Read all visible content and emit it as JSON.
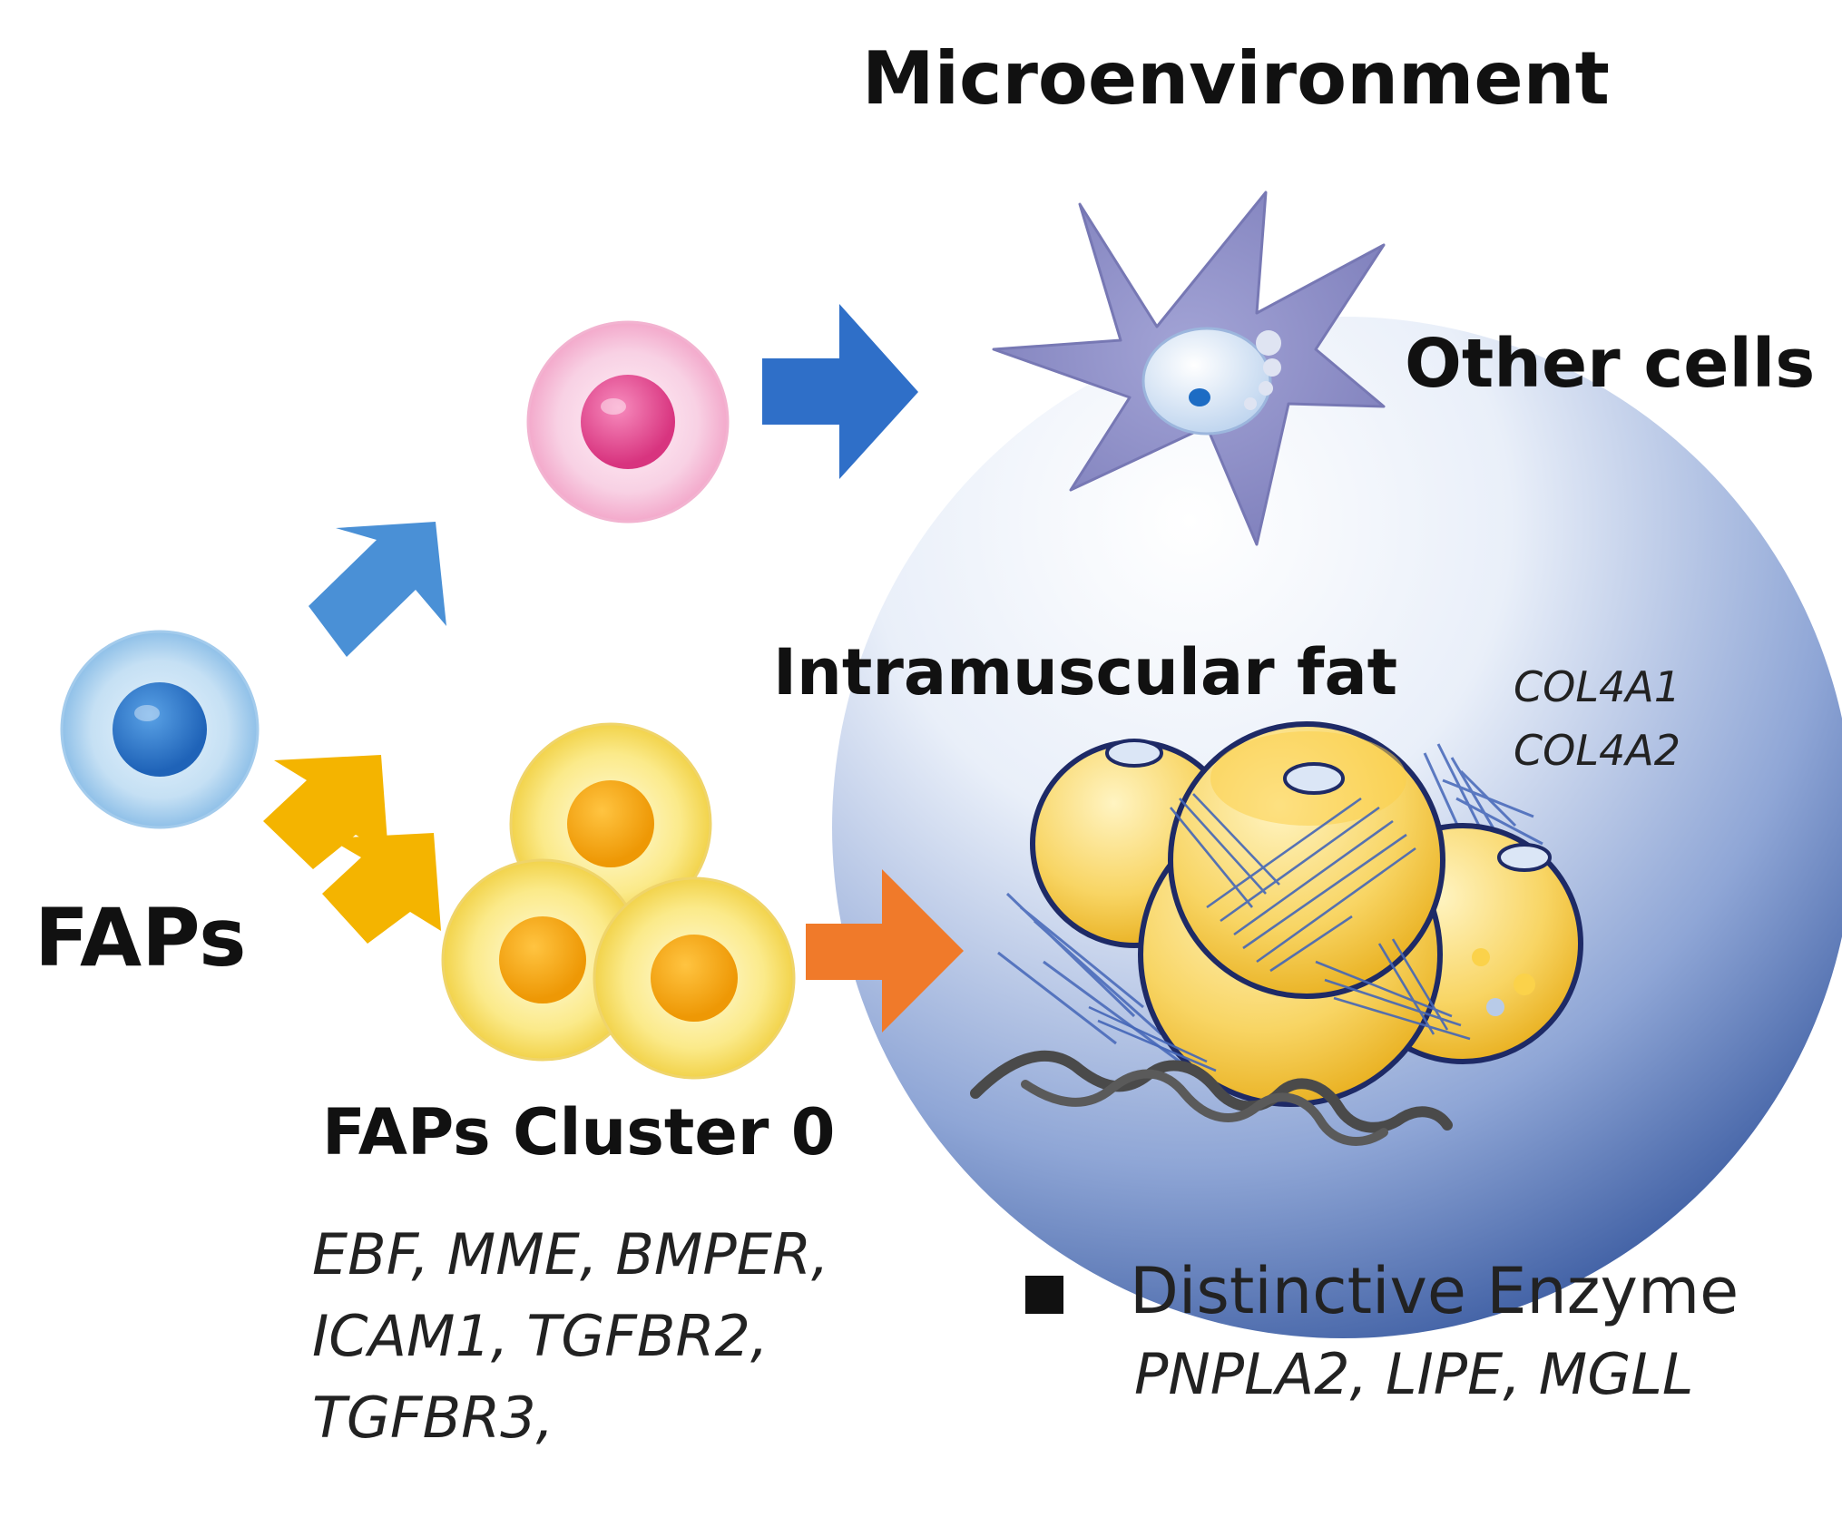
{
  "labels": {
    "title": "Microenvironment",
    "other_cells": "Other cells",
    "intramuscular_fat": "Intramuscular fat",
    "collagen_genes": [
      "COL4A1",
      "COL4A2"
    ],
    "faps": "FAPs",
    "faps_cluster": "FAPs Cluster 0",
    "cluster_genes": [
      "EBF, MME, BMPER,",
      "ICAM1, TGFBR2,",
      "TGFBR3,"
    ],
    "legend_label": "Distinctive Enzyme",
    "enzyme_genes": "PNPLA2, LIPE, MGLL"
  },
  "colors": {
    "sphere_light": "#ffffff",
    "sphere_dark": "#2d4f98",
    "blue_arrow": "#2f6fc8",
    "light_blue_arrow": "#4a90d6",
    "yellow_arrow": "#f4b400",
    "orange_arrow": "#f07a2a",
    "star_cell": "#8e8fc8",
    "pink_cell": "#f6c3dc",
    "pink_nucleus": "#e0448d",
    "faps_cell": "#b9d9f1",
    "faps_nucleus": "#2a74c9",
    "yellow_cell": "#fbe880",
    "yellow_nucleus": "#f0a40a",
    "fat_cell": "#f7c948",
    "collagen_fiber": "#4466b8"
  }
}
